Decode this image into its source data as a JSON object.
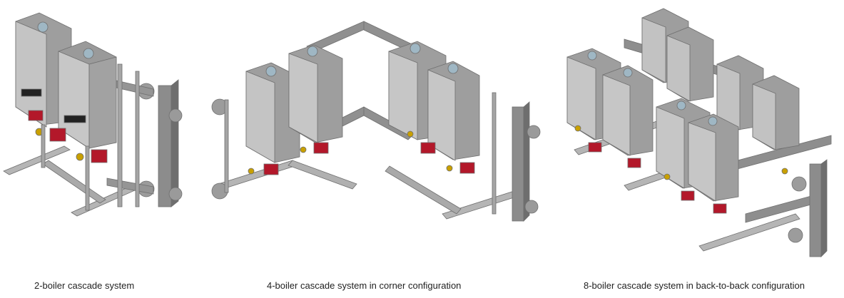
{
  "captions": {
    "two": "2-boiler cascade system",
    "four": "4-boiler cascade system in corner configuration",
    "eight": "8-boiler cascade system in back-to-back configuration"
  },
  "colors": {
    "boiler_body": "#bfbfbf",
    "boiler_side": "#9a9a9a",
    "frame": "#a8a8a8",
    "pipe": "#8f8f8f",
    "pump": "#b3182a",
    "valve": "#c9a000",
    "caption_text": "#222222"
  }
}
